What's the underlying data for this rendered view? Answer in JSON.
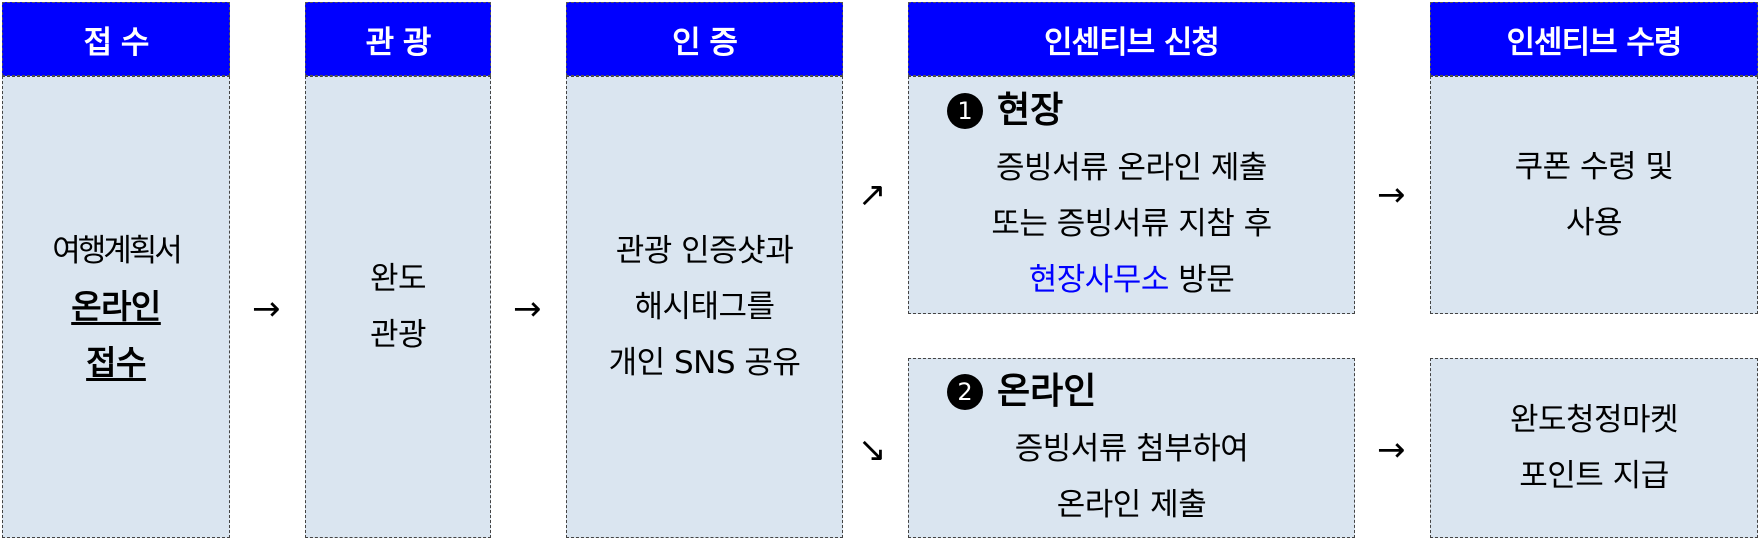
{
  "colors": {
    "header_bg": "#0000FF",
    "box_bg": "#DAE5F0",
    "highlight_text": "#0000FF"
  },
  "columns": [
    {
      "header": "접 수",
      "body": {
        "line1": "여행계획서",
        "line2": "온라인",
        "line3": "접수"
      }
    },
    {
      "header": "관 광",
      "body": {
        "line1": "완도",
        "line2": "관광"
      }
    },
    {
      "header": "인 증",
      "body": {
        "line1": "관광 인증샷과",
        "line2": "해시태그를",
        "line3": "개인 SNS 공유"
      }
    },
    {
      "header": "인센티브 신청",
      "options": [
        {
          "number": "1",
          "title": "현장",
          "line1": "증빙서류 온라인 제출",
          "line2": "또는 증빙서류 지참 후",
          "line3_highlight": "현장사무소",
          "line3_rest": " 방문"
        },
        {
          "number": "2",
          "title": "온라인",
          "line1": "증빙서류 첨부하여",
          "line2": "온라인 제출"
        }
      ]
    },
    {
      "header": "인센티브 수령",
      "results": [
        {
          "line1": "쿠폰 수령 및",
          "line2": "사용"
        },
        {
          "line1": "완도청정마켓",
          "line2": "포인트 지급"
        }
      ]
    }
  ],
  "arrows": {
    "right": "→",
    "up_right": "↗",
    "down_right": "↘"
  }
}
